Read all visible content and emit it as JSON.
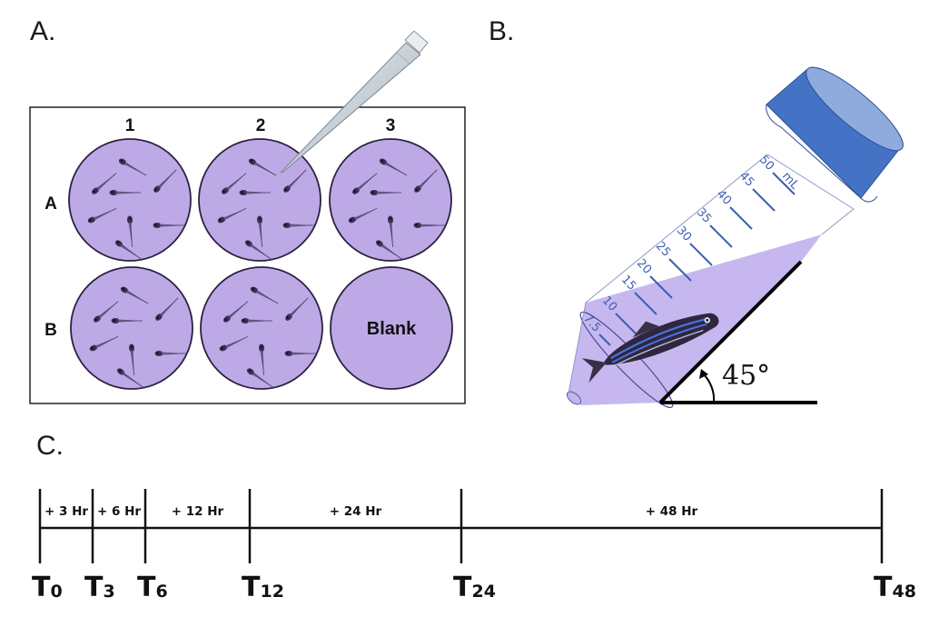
{
  "panels": {
    "a": {
      "letter": "A.",
      "columns": [
        "1",
        "2",
        "3"
      ],
      "rows": [
        "A",
        "B"
      ],
      "wells": [
        {
          "id": "A1",
          "content": "larvae"
        },
        {
          "id": "A2",
          "content": "larvae"
        },
        {
          "id": "A3",
          "content": "larvae"
        },
        {
          "id": "B1",
          "content": "larvae"
        },
        {
          "id": "B2",
          "content": "larvae"
        },
        {
          "id": "B3",
          "content": "blank",
          "label": "Blank"
        }
      ],
      "pipette_target_well": "A2"
    },
    "b": {
      "letter": "B.",
      "graduations": [
        "7.5",
        "10",
        "15",
        "20",
        "25",
        "30",
        "35",
        "40",
        "45",
        "50"
      ],
      "unit": "mL",
      "angle_label": "45°"
    },
    "c": {
      "letter": "C.",
      "timepoints": [
        {
          "T": "T",
          "sub": "0",
          "hours": 0
        },
        {
          "T": "T",
          "sub": "3",
          "hours": 3
        },
        {
          "T": "T",
          "sub": "6",
          "hours": 6
        },
        {
          "T": "T",
          "sub": "12",
          "hours": 12
        },
        {
          "T": "T",
          "sub": "24",
          "hours": 24
        },
        {
          "T": "T",
          "sub": "48",
          "hours": 48
        }
      ],
      "intervals": [
        "+ 3 Hr",
        "+ 6 Hr",
        "+ 12 Hr",
        "+ 24 Hr",
        "+ 48 Hr"
      ]
    }
  },
  "colors": {
    "well_fill": "#bda9e6",
    "well_stroke": "#2c2140",
    "liquid": "#c3b4ee",
    "cap": "#4472c4",
    "cap_top": "#8faadc",
    "graduation": "#3d5fb0",
    "larva": "#4a3b66",
    "fish_stripe": "#3a5fd0",
    "fish_body": "#2f2640"
  }
}
